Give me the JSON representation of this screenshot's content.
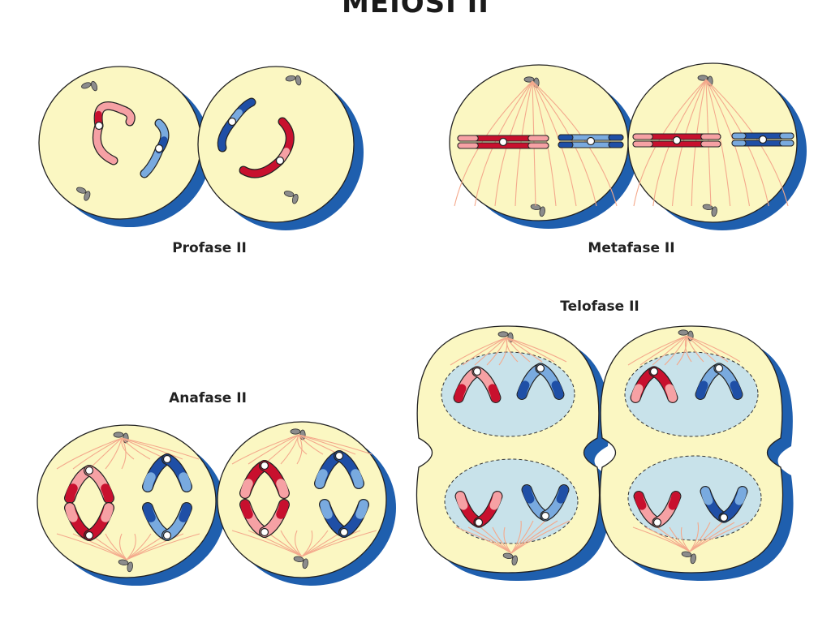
{
  "title": "MEIOSI II",
  "colors": {
    "cytoplasm": "#fbf7c2",
    "membrane_shadow": "#1f5fae",
    "nucleus": "#c8e2ea",
    "spindle": "#f4a98c",
    "chromosome_red": "#c8102e",
    "chromosome_pink": "#f6a1a4",
    "chromosome_blue": "#1f4fa6",
    "chromosome_lightblue": "#79aadf",
    "centriole": "#8c8c8c"
  },
  "phases": {
    "profase": {
      "label": "Profase II"
    },
    "metafase": {
      "label": "Metafase II"
    },
    "anafase": {
      "label": "Anafase II"
    },
    "telofase": {
      "label": "Telofase II"
    }
  }
}
